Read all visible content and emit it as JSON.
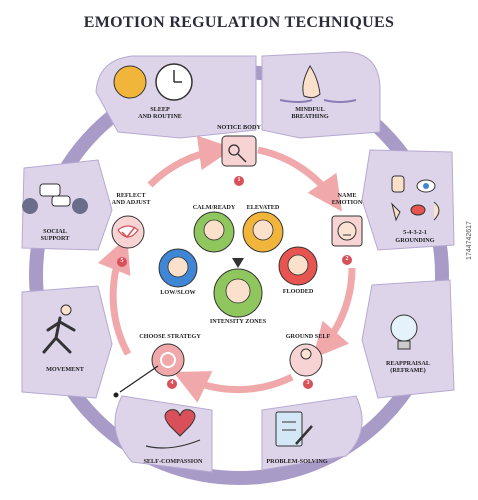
{
  "title": "EMOTION REGULATION TECHNIQUES",
  "outer_techniques": {
    "sleep": "SLEEP\nAND ROUTINE",
    "breathing": "MINDFUL\nBREATHING",
    "grounding_code": "5-4-3-2-1",
    "grounding": "GROUNDING",
    "reappraisal": "REAPPRAISAL\n(REFRAME)",
    "problem_solving": "PROBLEM-SOLVING",
    "self_compassion": "SELF-COMPASSION",
    "movement": "MOVEMENT",
    "social": "SOCIAL\nSUPPORT"
  },
  "steps": [
    {
      "num": "1",
      "label": "NOTICE BODY"
    },
    {
      "num": "2",
      "label": "NAME\nEMOTION"
    },
    {
      "num": "3",
      "label": "GROUND SELF"
    },
    {
      "num": "4",
      "label": "CHOOSE STRATEGY"
    },
    {
      "num": "5",
      "label": "REFLECT\nAND ADJUST"
    }
  ],
  "zones": {
    "calm": "CALM/READY",
    "elevated": "ELEVATED",
    "low": "LOW/SLOW",
    "flooded": "FLOODED",
    "center": "INTENSITY ZONES"
  },
  "colors": {
    "ring": "#a99bc7",
    "panel": "#ddd4ea",
    "cycle": "#f0a8ab",
    "step_badge": "#d9505a",
    "zone_green": "#8fc65d",
    "zone_yellow": "#f2b53c",
    "zone_blue": "#3f86d6",
    "zone_red": "#e8544f"
  },
  "watermark": "1744742617"
}
